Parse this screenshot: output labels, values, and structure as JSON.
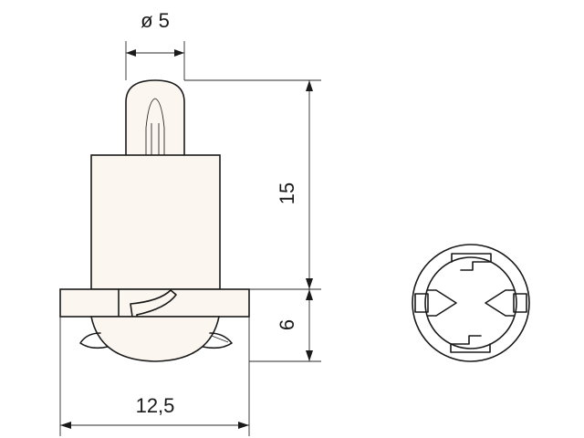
{
  "dimensions": {
    "diameter_label": "ø 5",
    "height_label": "15",
    "base_height_label": "6",
    "width_label": "12,5"
  }
}
